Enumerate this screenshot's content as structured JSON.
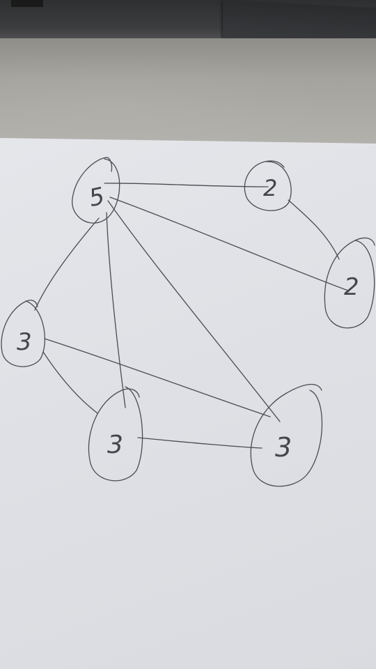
{
  "nodes": [
    {
      "id": "n1",
      "label": "5"
    },
    {
      "id": "n2",
      "label": "2"
    },
    {
      "id": "n3",
      "label": "2"
    },
    {
      "id": "n4",
      "label": "3"
    },
    {
      "id": "n5",
      "label": "3"
    },
    {
      "id": "n6",
      "label": "3"
    }
  ],
  "edges": [
    {
      "from": "n1",
      "to": "n2"
    },
    {
      "from": "n1",
      "to": "n3"
    },
    {
      "from": "n1",
      "to": "n4"
    },
    {
      "from": "n1",
      "to": "n5"
    },
    {
      "from": "n1",
      "to": "n6"
    },
    {
      "from": "n2",
      "to": "n3"
    },
    {
      "from": "n4",
      "to": "n5"
    },
    {
      "from": "n4",
      "to": "n6"
    },
    {
      "from": "n5",
      "to": "n6"
    }
  ]
}
